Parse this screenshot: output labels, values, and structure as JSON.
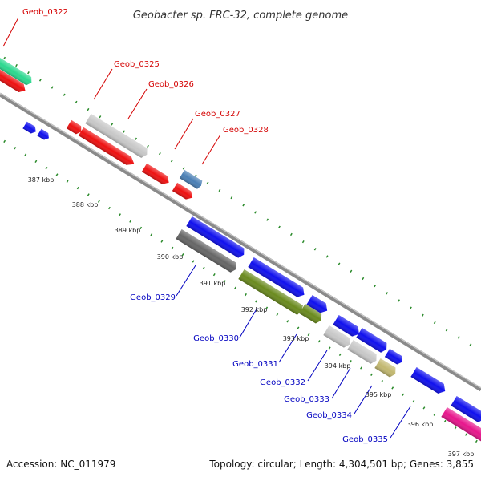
{
  "header": {
    "title": "Geobacter sp. FRC-32, complete genome"
  },
  "footer": {
    "accession": "Accession: NC_011979",
    "topology": "Topology: circular; Length: 4,304,501 bp; Genes: 3,855"
  },
  "colors": {
    "forward_label": "#d40000",
    "reverse_label": "#0000c0",
    "backbone": "#8a8a8a",
    "ticks": "#2a8a2a"
  },
  "ticks": [
    "387 kbp",
    "388 kbp",
    "389 kbp",
    "390 kbp",
    "391 kbp",
    "392 kbp",
    "393 kbp",
    "394 kbp",
    "395 kbp",
    "396 kbp",
    "397 kbp"
  ],
  "labels": {
    "forward": [
      "Geob_0322",
      "Geob_0325",
      "Geob_0326",
      "Geob_0327",
      "Geob_0328"
    ],
    "reverse": [
      "Geob_0329",
      "Geob_0330",
      "Geob_0331",
      "Geob_0332",
      "Geob_0333",
      "Geob_0334",
      "Geob_0335"
    ]
  }
}
